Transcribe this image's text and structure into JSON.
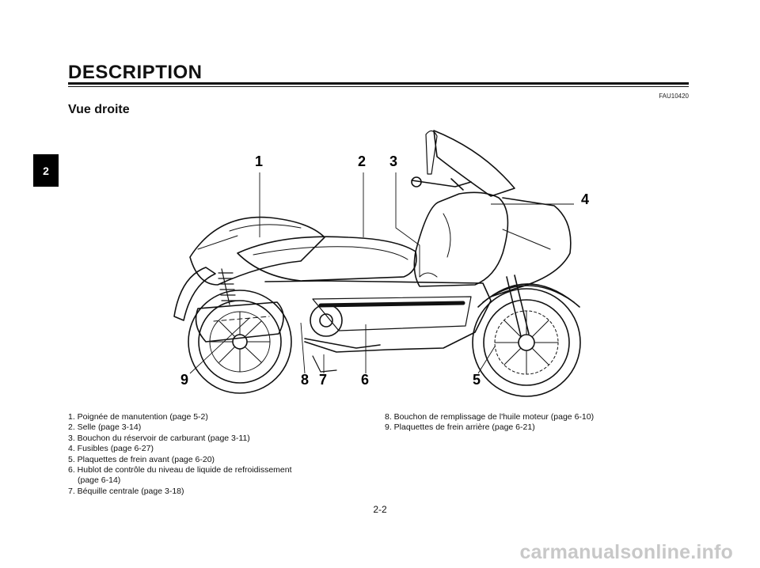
{
  "header": {
    "title": "DESCRIPTION",
    "code": "FAU10420"
  },
  "section": {
    "subtitle": "Vue droite"
  },
  "chapter_tab": "2",
  "callouts": [
    "1",
    "2",
    "3",
    "4",
    "5",
    "6",
    "7",
    "8",
    "9"
  ],
  "legend": {
    "left": [
      "1. Poignée de manutention (page 5-2)",
      "2. Selle (page 3-14)",
      "3. Bouchon du réservoir de carburant (page 3-11)",
      "4. Fusibles (page 6-27)",
      "5. Plaquettes de frein avant (page 6-20)",
      "6. Hublot de contrôle du niveau de liquide de refroidissement",
      "(page 6-14)",
      "7. Béquille centrale (page 3-18)"
    ],
    "right": [
      "8. Bouchon de remplissage de l'huile moteur (page 6-10)",
      "9. Plaquettes de frein arrière (page 6-21)"
    ]
  },
  "footer": {
    "page_number": "2-2",
    "watermark": "carmanualsonline.info"
  }
}
